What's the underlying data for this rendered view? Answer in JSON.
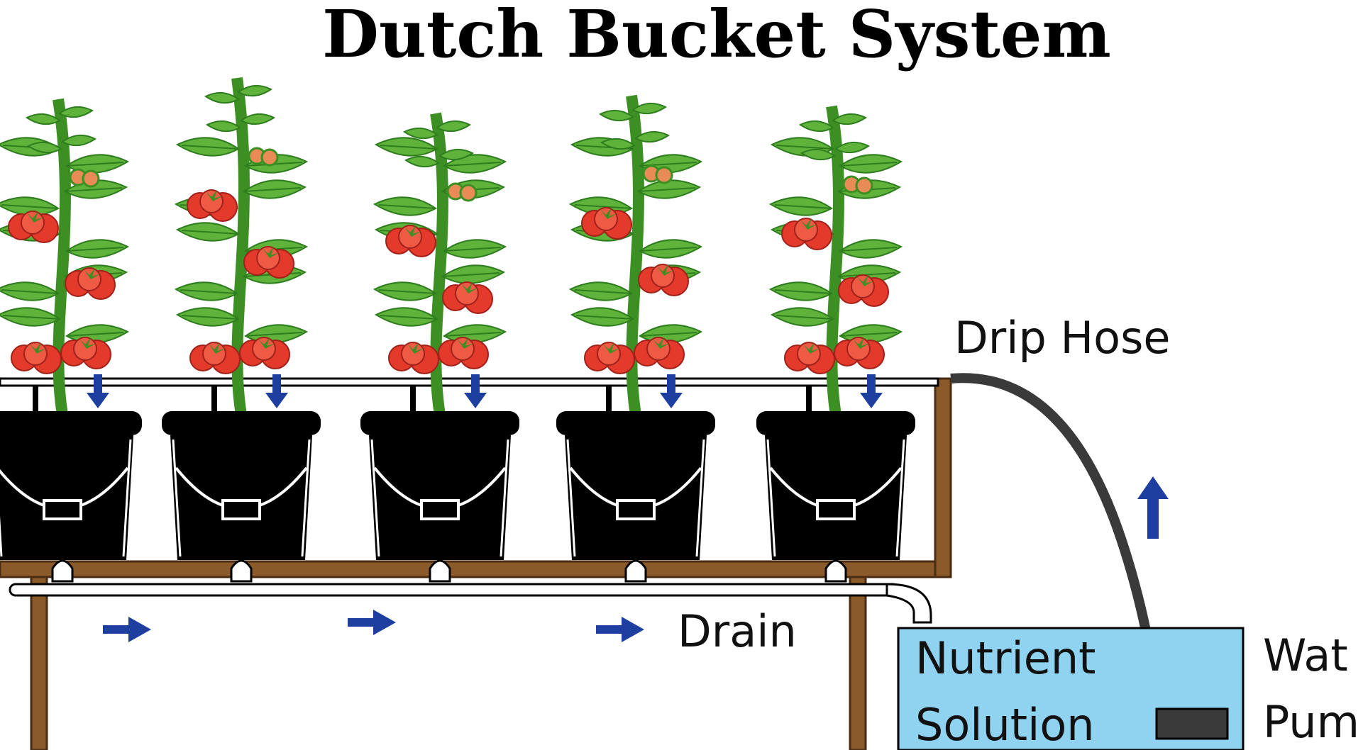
{
  "title": "Dutch Bucket System",
  "labels": {
    "drip_hose": "Drip Hose",
    "drain": "Drain",
    "reservoir_line1": "Nutrient",
    "reservoir_line2": "Solution",
    "pump_line1": "Wat",
    "pump_line2": "Pum"
  },
  "colors": {
    "wood": "#8B5A2B",
    "bucket": "#000000",
    "leaf": "#5FB33A",
    "leaf_dark": "#2E7D1E",
    "tomato": "#E33A2C",
    "arrow": "#1F3FA0",
    "reservoir": "#8FD3F0",
    "hose": "#3a3a3a"
  },
  "plants": [
    {
      "name": "plant-1"
    },
    {
      "name": "plant-2"
    },
    {
      "name": "plant-3"
    },
    {
      "name": "plant-4"
    },
    {
      "name": "plant-5"
    }
  ],
  "flow_icons": [
    "down-arrow-icon",
    "right-arrow-icon",
    "up-arrow-icon"
  ]
}
